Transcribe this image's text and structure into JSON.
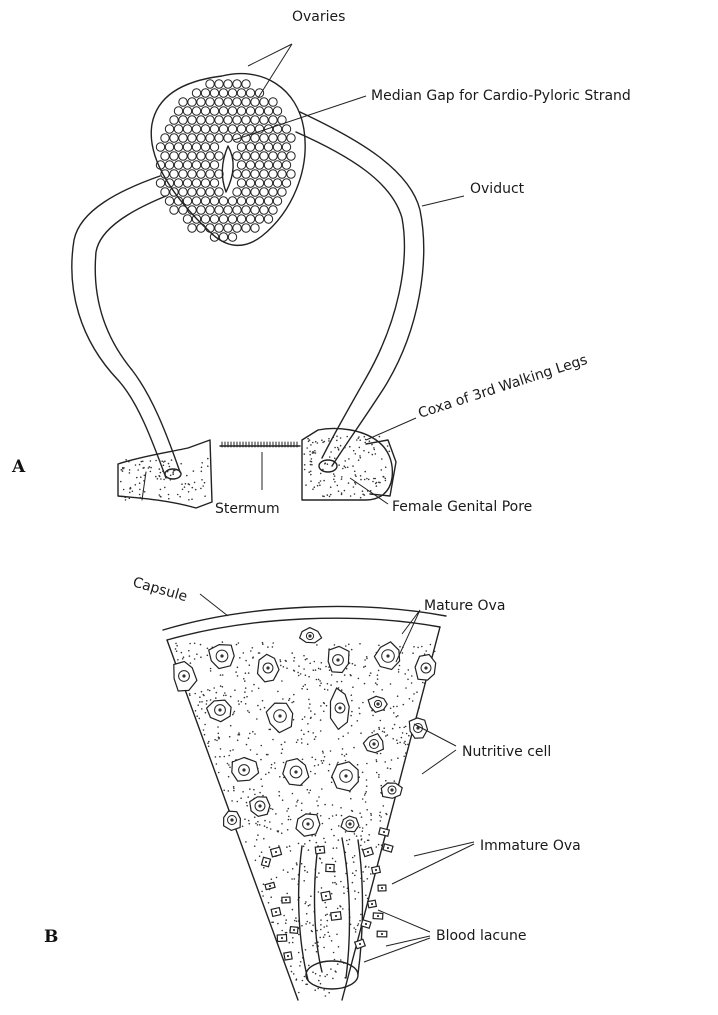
{
  "panel_a": {
    "letter": "A",
    "labels": {
      "ovaries": "Ovaries",
      "median_gap": "Median Gap for Cardio-Pyloric Strand",
      "oviduct": "Oviduct",
      "coxa": "Coxa of 3rd Walking Legs",
      "sternum": "Stermum",
      "genital_pore": "Female Genital Pore"
    }
  },
  "panel_b": {
    "letter": "B",
    "labels": {
      "capsule": "Capsule",
      "mature_ova": "Mature Ova",
      "nutritive_cell": "Nutritive cell",
      "immature_ova": "Immature Ova",
      "blood_lacune": "Blood lacune"
    }
  }
}
